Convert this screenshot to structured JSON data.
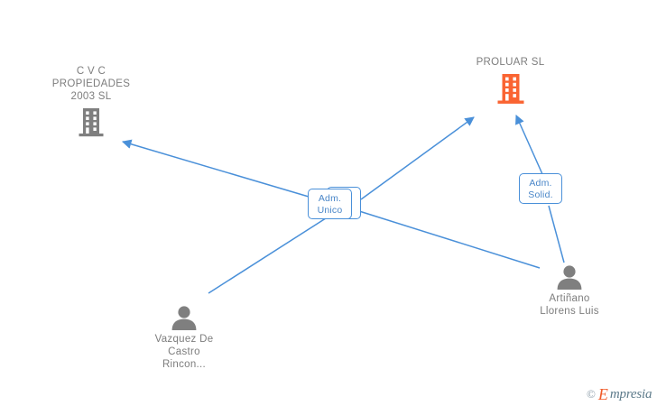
{
  "diagram": {
    "background_color": "#ffffff",
    "edge_color": "#4a90d9",
    "focal_color": "#fa6432",
    "node_color": "#7f7f7f",
    "nodes": [
      {
        "id": "cvc",
        "type": "company",
        "label": "C V C\nPROPIEDADES\n2003  SL",
        "icon": "building-icon",
        "color": "#7f7f7f",
        "focal": false
      },
      {
        "id": "proluar",
        "type": "company",
        "label": "PROLUAR SL",
        "icon": "building-icon",
        "color": "#fa6432",
        "focal": true
      },
      {
        "id": "vazquez",
        "type": "person",
        "label": "Vazquez De\nCastro\nRincon...",
        "icon": "person-icon",
        "color": "#7f7f7f",
        "focal": false
      },
      {
        "id": "artinano",
        "type": "person",
        "label": "Artiñano\nLlorens Luis",
        "icon": "person-icon",
        "color": "#7f7f7f",
        "focal": false
      }
    ],
    "relations": [
      {
        "id": "adm-unico",
        "label": "Adm.\nUnico"
      },
      {
        "id": "adm-unico-stacked",
        "label": ""
      },
      {
        "id": "adm-solid",
        "label": "Adm.\nSolid."
      }
    ]
  },
  "watermark": {
    "copyright": "©",
    "brand_initial": "E",
    "brand_rest": "mpresia"
  }
}
